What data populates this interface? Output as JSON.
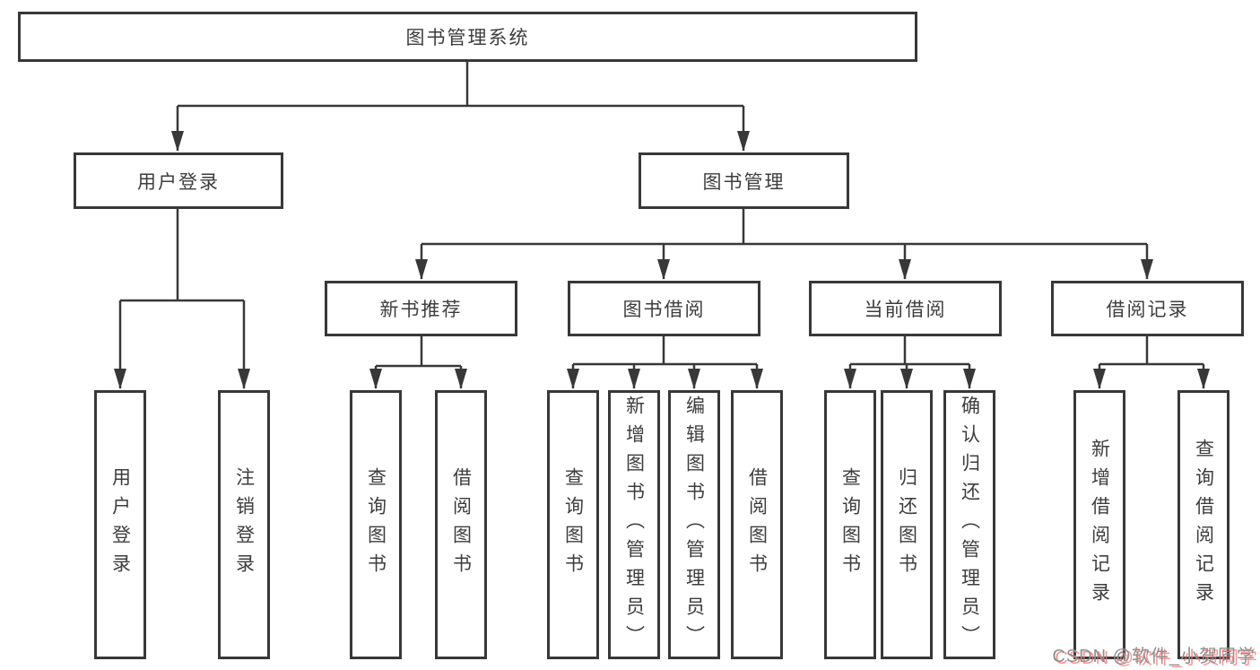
{
  "diagram": {
    "root": {
      "label": "图书管理系统"
    },
    "branches": [
      {
        "label": "用户登录",
        "children": [
          {
            "label": "用户登录"
          },
          {
            "label": "注销登录"
          }
        ]
      },
      {
        "label": "图书管理",
        "children": [
          {
            "label": "新书推荐",
            "children": [
              {
                "label": "查询图书"
              },
              {
                "label": "借阅图书"
              }
            ]
          },
          {
            "label": "图书借阅",
            "children": [
              {
                "label": "查询图书"
              },
              {
                "label": "新增图书（管理员）"
              },
              {
                "label": "编辑图书（管理员）"
              },
              {
                "label": "借阅图书"
              }
            ]
          },
          {
            "label": "当前借阅",
            "children": [
              {
                "label": "查询图书"
              },
              {
                "label": "归还图书"
              },
              {
                "label": "确认归还（管理员）"
              }
            ]
          },
          {
            "label": "借阅记录",
            "children": [
              {
                "label": "新增借阅记录"
              },
              {
                "label": "查询借阅记录"
              }
            ]
          }
        ]
      }
    ]
  },
  "watermark": {
    "text": "CSDN @软件_小贺同学"
  },
  "colors": {
    "line": "#383838",
    "text": "#3d3d3d",
    "background": "#ffffff",
    "watermark_text": "#8f8f8f",
    "watermark_shadow": "#fa6e6e"
  }
}
